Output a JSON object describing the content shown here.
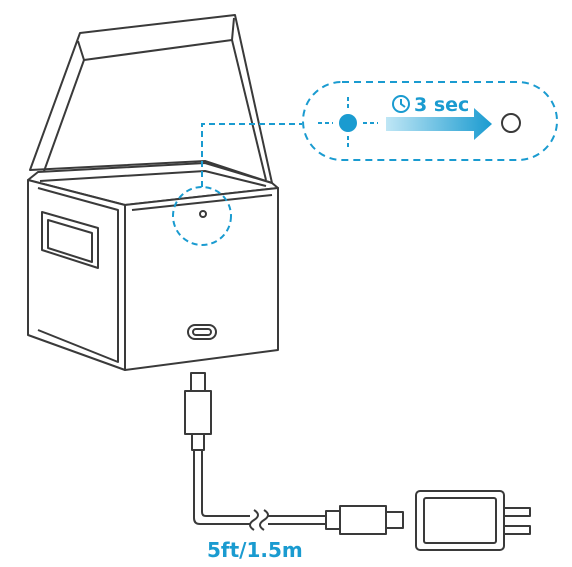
{
  "callout": {
    "duration_label": "3 sec",
    "icon": "clock-icon",
    "led_before": "led-on-blue",
    "led_after": "led-off"
  },
  "cable": {
    "length_label": "5ft/1.5m"
  },
  "colors": {
    "accent": "#1a9bd0",
    "line": "#3a3a3a",
    "arrow_gradient_start": "#bfe6f5",
    "arrow_gradient_end": "#1a9bd0"
  },
  "components": [
    "projector-box",
    "usb-c-cable",
    "power-adapter"
  ]
}
